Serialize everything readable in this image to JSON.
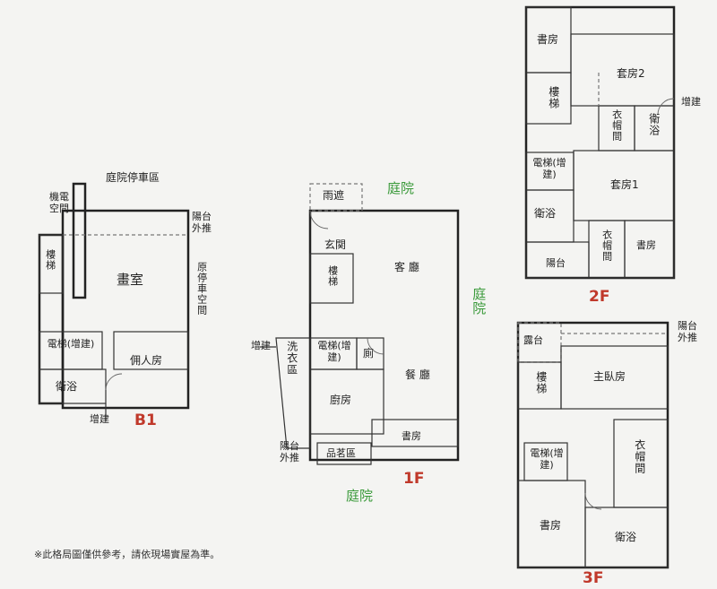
{
  "floors": {
    "b1": {
      "floor_label": "B1",
      "yard_parking": "庭院停車區",
      "machine_room": "機電空間",
      "balcony_out": "陽台外推",
      "stairs": "樓梯",
      "studio": "畫室",
      "orig_parking": "原停車空間",
      "elevator": "電梯(增建)",
      "servant_room": "佣人房",
      "bathroom": "衛浴",
      "extension": "增建"
    },
    "f1": {
      "floor_label": "1F",
      "canopy": "雨遮",
      "garden_top": "庭院",
      "garden_right": "庭院",
      "garden_bottom": "庭院",
      "foyer": "玄関",
      "stairs": "樓梯",
      "living": "客 廳",
      "extension": "增建",
      "laundry": "洗衣區",
      "elevator": "電梯(增建)",
      "toilet": "廁",
      "dining": "餐 廳",
      "kitchen": "廚房",
      "study": "書房",
      "balcony_out": "陽台外推",
      "tea_area": "品茗區"
    },
    "f2": {
      "floor_label": "2F",
      "study_top": "書房",
      "suite2": "套房2",
      "stairs": "樓梯",
      "closet": "衣帽間",
      "bathroom_a": "衛浴",
      "extension": "增建",
      "elevator": "電梯(增建)",
      "suite1": "套房1",
      "bathroom_b": "衛浴",
      "closet_b": "衣帽間",
      "study_b": "書房",
      "balcony": "陽台"
    },
    "f3": {
      "floor_label": "3F",
      "terrace": "露台",
      "balcony_out": "陽台外推",
      "stairs": "樓梯",
      "master": "主臥房",
      "closet": "衣帽間",
      "elevator": "電梯(增建)",
      "study": "書房",
      "bathroom": "衛浴"
    }
  },
  "footnote": "※此格局圖僅供參考，請依現場實屋為準。",
  "colors": {
    "floor_label": "#c0392b",
    "garden": "#3a9a3a",
    "wall": "#222222"
  }
}
